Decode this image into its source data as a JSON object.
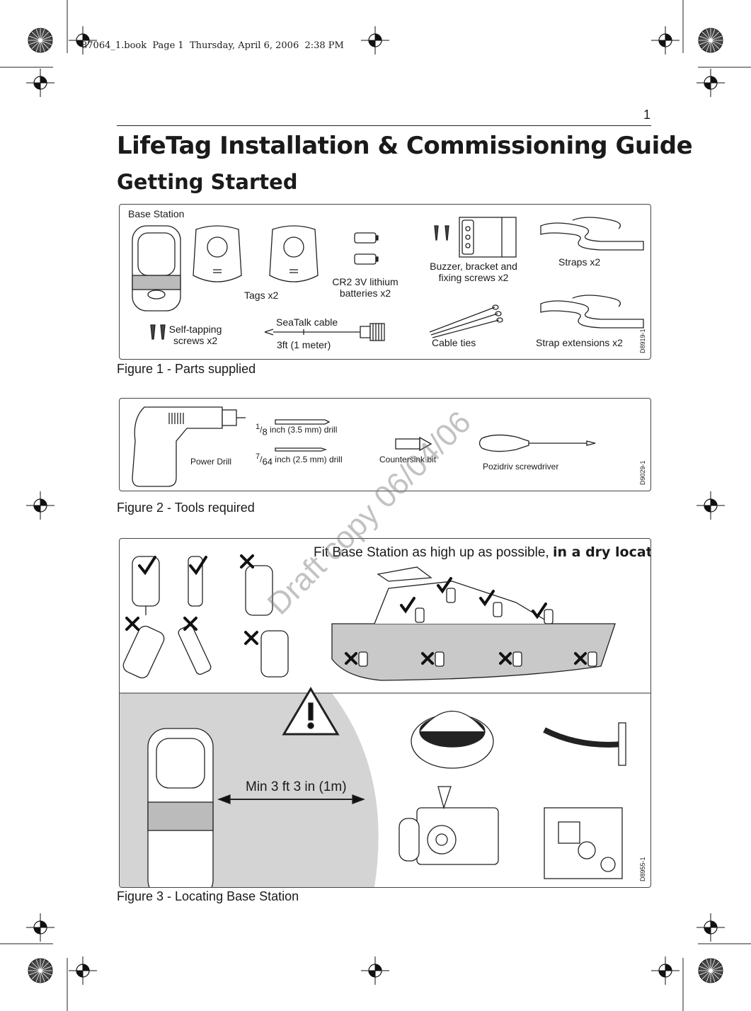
{
  "header_note": "87064_1.book  Page 1  Thursday, April 6, 2006  2:38 PM",
  "page_number": "1",
  "title": "LifeTag Installation & Commissioning Guide",
  "subtitle": "Getting Started",
  "figure1": {
    "labels": {
      "base_station": "Base Station",
      "tags": "Tags x2",
      "batteries_line1": "CR2 3V lithium",
      "batteries_line2": "batteries x2",
      "buzzer_line1": "Buzzer, bracket and",
      "buzzer_line2": "fixing screws x2",
      "straps": "Straps x2",
      "screws_line1": "Self-tapping",
      "screws_line2": "screws x2",
      "cable": "SeaTalk cable",
      "cable_length": "3ft (1 meter)",
      "cable_ties": "Cable ties",
      "strap_ext": "Strap extensions x2"
    },
    "code": "D8919-1",
    "caption": "Figure 1 - Parts supplied"
  },
  "figure2": {
    "labels": {
      "drill_bit_1_num": "1",
      "drill_bit_1_den": "8",
      "drill_bit_1_text": " inch (3.5 mm) drill",
      "drill_bit_2_num": "7",
      "drill_bit_2_den": "64",
      "drill_bit_2_text": " inch (2.5 mm) drill",
      "power_drill": "Power Drill",
      "countersink": "Countersink bit",
      "screwdriver": "Pozidriv screwdriver"
    },
    "code": "D9029-1",
    "caption": "Figure 2 - Tools required"
  },
  "figure3": {
    "fit_text_plain": "Fit Base Station as high up as possible, ",
    "fit_text_bold": "in a dry location",
    "min_distance": "Min 3 ft 3 in (1m)",
    "code": "D8955-1",
    "caption": "Figure 3 - Locating Base Station"
  },
  "watermark": "Draft copy 06/04/06"
}
